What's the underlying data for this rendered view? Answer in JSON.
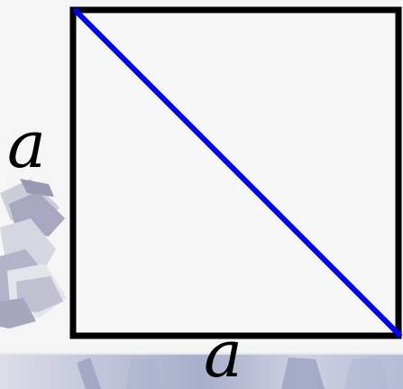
{
  "figure": {
    "side_left_label": "a",
    "side_bottom_label": "a"
  },
  "colors": {
    "background": "#f5f5f5",
    "square_stroke": "#000000",
    "diagonal_stroke": "#0000ff",
    "label": "#000000",
    "decor_gray": "#b9b9c9",
    "decor_purple": "#8f8fb0",
    "bottom_band": "#8f96b8"
  },
  "icons": {
    "left_decor": "abstract-books-illustration",
    "bottom_decor": "faded-strip-image"
  }
}
